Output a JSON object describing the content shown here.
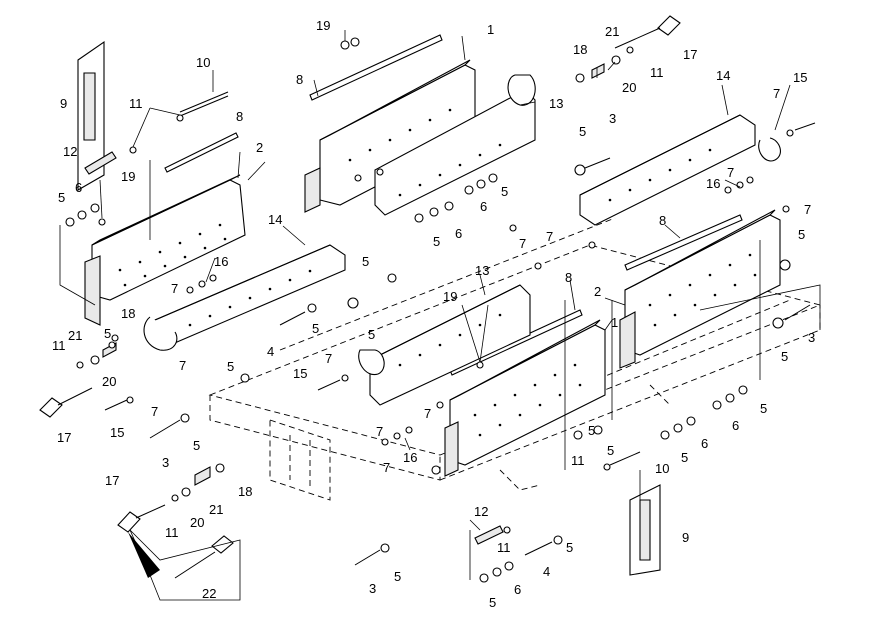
{
  "diagram": {
    "type": "exploded-parts-view",
    "callouts": [
      {
        "id": "c1a",
        "label": "1"
      },
      {
        "id": "c1b",
        "label": "1"
      },
      {
        "id": "c2a",
        "label": "2"
      },
      {
        "id": "c2b",
        "label": "2"
      },
      {
        "id": "c3a",
        "label": "3"
      },
      {
        "id": "c3b",
        "label": "3"
      },
      {
        "id": "c3c",
        "label": "3"
      },
      {
        "id": "c3d",
        "label": "3"
      },
      {
        "id": "c4a",
        "label": "4"
      },
      {
        "id": "c4b",
        "label": "4"
      },
      {
        "id": "c5a",
        "label": "5"
      },
      {
        "id": "c5b",
        "label": "5"
      },
      {
        "id": "c5c",
        "label": "5"
      },
      {
        "id": "c5d",
        "label": "5"
      },
      {
        "id": "c5e",
        "label": "5"
      },
      {
        "id": "c5f",
        "label": "5"
      },
      {
        "id": "c5g",
        "label": "5"
      },
      {
        "id": "c5h",
        "label": "5"
      },
      {
        "id": "c5i",
        "label": "5"
      },
      {
        "id": "c5j",
        "label": "5"
      },
      {
        "id": "c5k",
        "label": "5"
      },
      {
        "id": "c5l",
        "label": "5"
      },
      {
        "id": "c5m",
        "label": "5"
      },
      {
        "id": "c5n",
        "label": "5"
      },
      {
        "id": "c5o",
        "label": "5"
      },
      {
        "id": "c5p",
        "label": "5"
      },
      {
        "id": "c5q",
        "label": "5"
      },
      {
        "id": "c5r",
        "label": "5"
      },
      {
        "id": "c5s",
        "label": "5"
      },
      {
        "id": "c6a",
        "label": "6"
      },
      {
        "id": "c6b",
        "label": "6"
      },
      {
        "id": "c6c",
        "label": "6"
      },
      {
        "id": "c6d",
        "label": "6"
      },
      {
        "id": "c6e",
        "label": "6"
      },
      {
        "id": "c6f",
        "label": "6"
      },
      {
        "id": "c7a",
        "label": "7"
      },
      {
        "id": "c7b",
        "label": "7"
      },
      {
        "id": "c7c",
        "label": "7"
      },
      {
        "id": "c7d",
        "label": "7"
      },
      {
        "id": "c7e",
        "label": "7"
      },
      {
        "id": "c7f",
        "label": "7"
      },
      {
        "id": "c7g",
        "label": "7"
      },
      {
        "id": "c7h",
        "label": "7"
      },
      {
        "id": "c7i",
        "label": "7"
      },
      {
        "id": "c7j",
        "label": "7"
      },
      {
        "id": "c7k",
        "label": "7"
      },
      {
        "id": "c7l",
        "label": "7"
      },
      {
        "id": "c8a",
        "label": "8"
      },
      {
        "id": "c8b",
        "label": "8"
      },
      {
        "id": "c8c",
        "label": "8"
      },
      {
        "id": "c8d",
        "label": "8"
      },
      {
        "id": "c9a",
        "label": "9"
      },
      {
        "id": "c9b",
        "label": "9"
      },
      {
        "id": "c10a",
        "label": "10"
      },
      {
        "id": "c10b",
        "label": "10"
      },
      {
        "id": "c11a",
        "label": "11"
      },
      {
        "id": "c11b",
        "label": "11"
      },
      {
        "id": "c11c",
        "label": "11"
      },
      {
        "id": "c11d",
        "label": "11"
      },
      {
        "id": "c11e",
        "label": "11"
      },
      {
        "id": "c11f",
        "label": "11"
      },
      {
        "id": "c12a",
        "label": "12"
      },
      {
        "id": "c12b",
        "label": "12"
      },
      {
        "id": "c13a",
        "label": "13"
      },
      {
        "id": "c13b",
        "label": "13"
      },
      {
        "id": "c14a",
        "label": "14"
      },
      {
        "id": "c14b",
        "label": "14"
      },
      {
        "id": "c15a",
        "label": "15"
      },
      {
        "id": "c15b",
        "label": "15"
      },
      {
        "id": "c15c",
        "label": "15"
      },
      {
        "id": "c16a",
        "label": "16"
      },
      {
        "id": "c16b",
        "label": "16"
      },
      {
        "id": "c16c",
        "label": "16"
      },
      {
        "id": "c17a",
        "label": "17"
      },
      {
        "id": "c17b",
        "label": "17"
      },
      {
        "id": "c17c",
        "label": "17"
      },
      {
        "id": "c18a",
        "label": "18"
      },
      {
        "id": "c18b",
        "label": "18"
      },
      {
        "id": "c18c",
        "label": "18"
      },
      {
        "id": "c19a",
        "label": "19"
      },
      {
        "id": "c19b",
        "label": "19"
      },
      {
        "id": "c19c",
        "label": "19"
      },
      {
        "id": "c20a",
        "label": "20"
      },
      {
        "id": "c20b",
        "label": "20"
      },
      {
        "id": "c20c",
        "label": "20"
      },
      {
        "id": "c21a",
        "label": "21"
      },
      {
        "id": "c21b",
        "label": "21"
      },
      {
        "id": "c21c",
        "label": "21"
      },
      {
        "id": "c22a",
        "label": "22"
      }
    ]
  }
}
